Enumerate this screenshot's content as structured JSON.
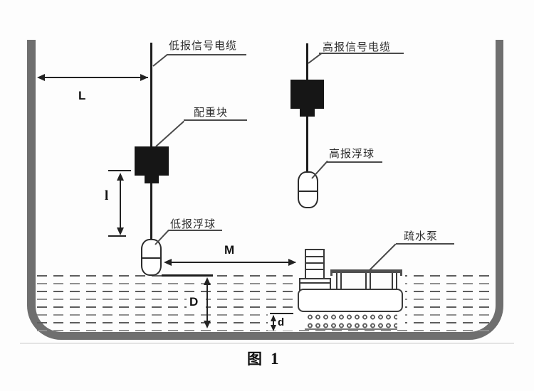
{
  "figure": {
    "caption_cn": "图",
    "caption_num": "1",
    "type": "float-switch installation diagram in a water tank / sump"
  },
  "labels": {
    "low_cable": "低报信号电缆",
    "weight": "配重块",
    "low_float": "低报浮球",
    "high_cable": "高报信号电缆",
    "high_float": "高报浮球",
    "pump": "疏水泵"
  },
  "dimensions": {
    "wall_to_cable": "L",
    "weight_to_float": "l",
    "float_to_pump": "M",
    "water_depth": "D",
    "pump_clearance": "d"
  },
  "colors": {
    "tank_wall": "#6f6f6f",
    "ink_black": "#161616",
    "line_dark": "#222222",
    "leader_gray": "#4a4a4a",
    "water_dash_dark": "#5d5d5d",
    "water_dash_light": "#8f8f8f",
    "background": "#fdfdfd"
  }
}
